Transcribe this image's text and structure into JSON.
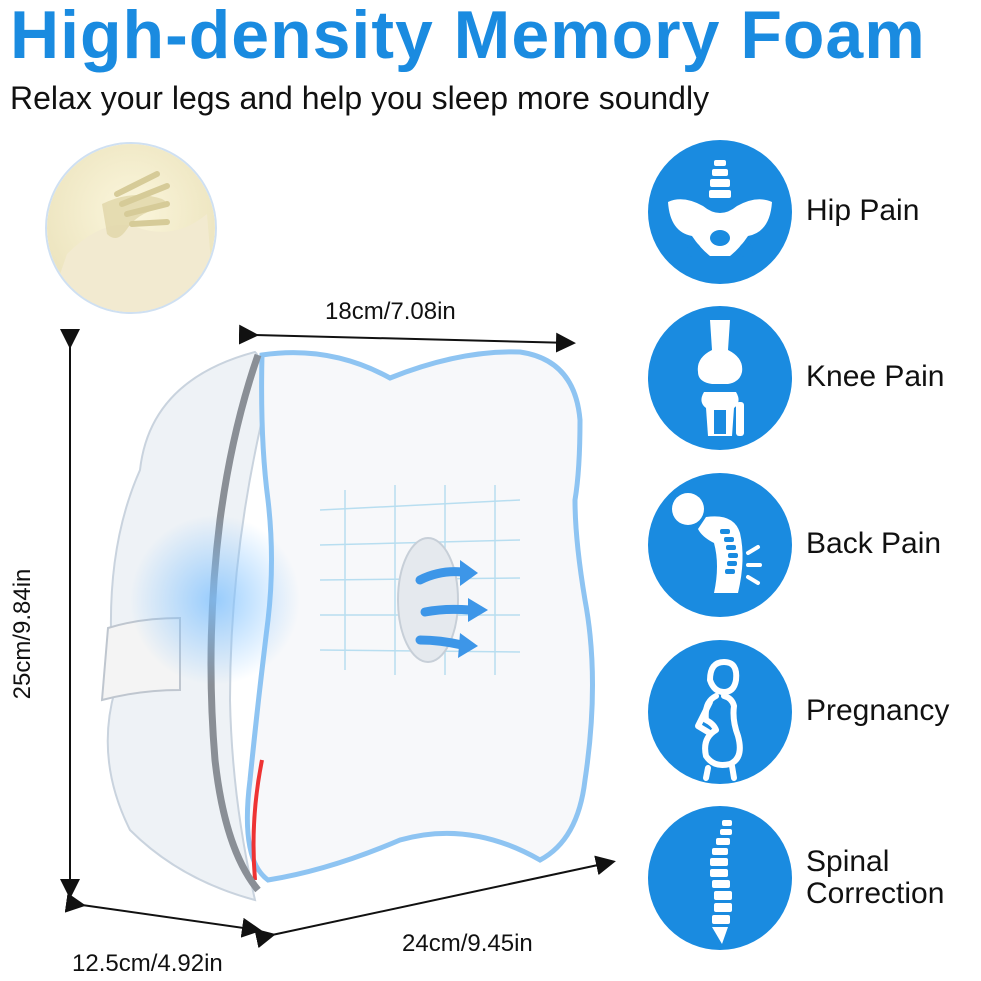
{
  "heading": {
    "title": "High-density Memory Foam",
    "subtitle": "Relax your legs and help you sleep more soundly"
  },
  "dimensions": {
    "top": "18cm/7.08in",
    "height": "25cm/9.84in",
    "width": "24cm/9.45in",
    "depth": "12.5cm/4.92in"
  },
  "features": [
    {
      "line1": "Hip Pain",
      "line2": "",
      "icon": "pelvis-icon"
    },
    {
      "line1": "Knee Pain",
      "line2": "",
      "icon": "knee-joint-icon"
    },
    {
      "line1": "Back Pain",
      "line2": "",
      "icon": "back-spine-icon"
    },
    {
      "line1": "Pregnancy",
      "line2": "",
      "icon": "pregnant-woman-icon"
    },
    {
      "line1": "Spinal",
      "line2": "Correction",
      "icon": "spine-icon"
    }
  ],
  "colors": {
    "accent": "#1a8be0",
    "text": "#111111"
  }
}
